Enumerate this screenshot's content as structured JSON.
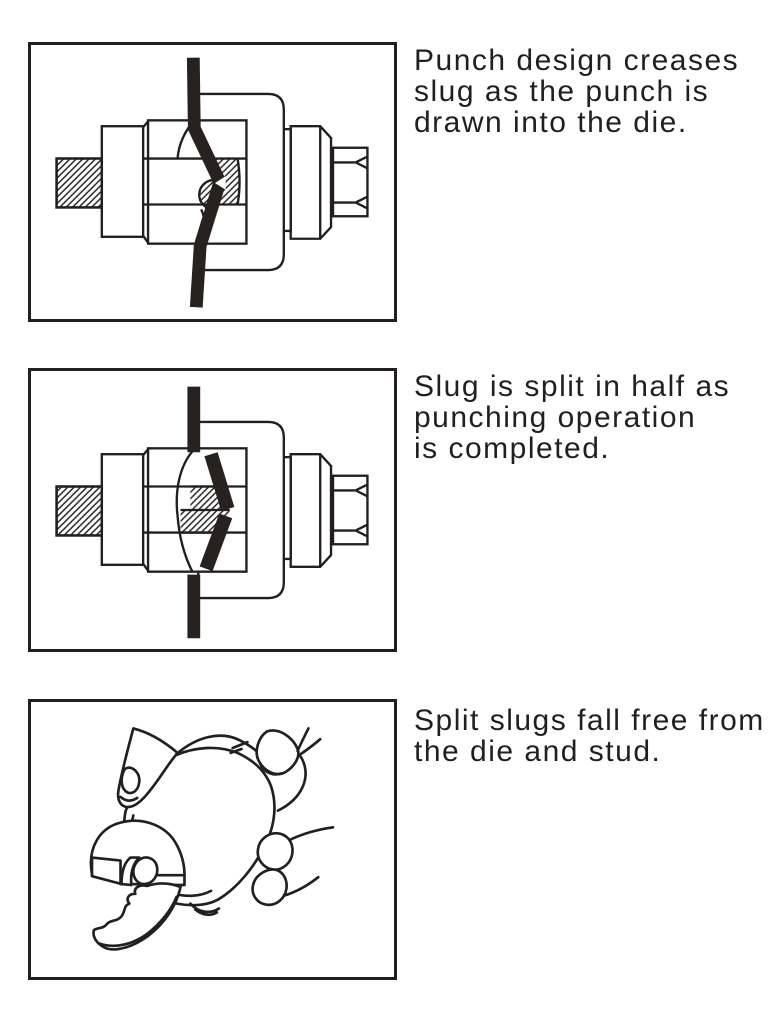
{
  "page": {
    "background": "#ffffff",
    "ink_color": "#231f20",
    "sheet_metal_color": "#272120",
    "steps": [
      {
        "figure": "punch-die-cross-section-creased-slug",
        "caption": "Punch design creases slug as the punch is drawn into the die.",
        "lines": [
          "Punch design creases",
          "slug as the punch is",
          "drawn into the die."
        ]
      },
      {
        "figure": "punch-die-cross-section-split-slug",
        "caption": "Slug is split in half as punching operation is completed.",
        "lines": [
          "Slug is split in half as",
          "punching operation",
          "is completed."
        ]
      },
      {
        "figure": "hand-holding-die-with-split-slugs",
        "caption": "Split slugs fall free from the die and stud.",
        "lines": [
          "Split slugs fall free from",
          "the die and stud."
        ]
      }
    ]
  }
}
